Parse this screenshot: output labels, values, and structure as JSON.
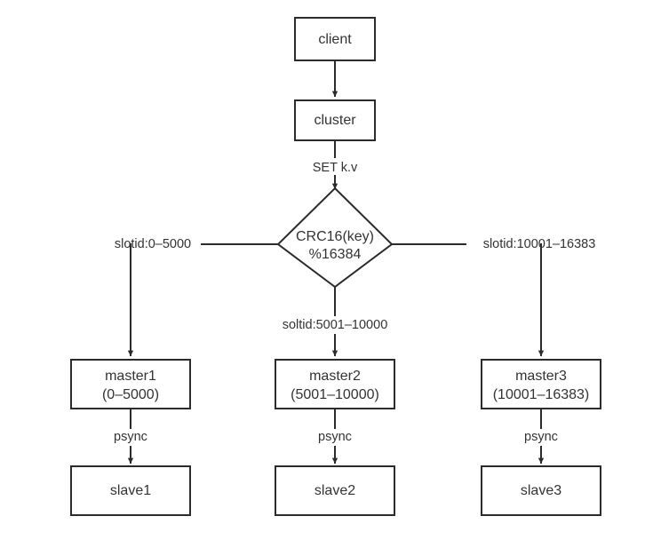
{
  "diagram": {
    "title": "Redis Cluster slot routing flowchart",
    "background_color": "#ffffff",
    "stroke_color": "#2b2b2b",
    "text_color": "#333333",
    "nodes": {
      "client": {
        "label": "client"
      },
      "cluster": {
        "label": "cluster"
      },
      "decision": {
        "line1": "CRC16(key)",
        "line2": "%16384"
      },
      "master1": {
        "line1": "master1",
        "line2": "(0–5000)"
      },
      "master2": {
        "line1": "master2",
        "line2": "(5001–10000)"
      },
      "master3": {
        "line1": "master3",
        "line2": "(10001–16383)"
      },
      "slave1": {
        "label": "slave1"
      },
      "slave2": {
        "label": "slave2"
      },
      "slave3": {
        "label": "slave3"
      }
    },
    "edge_labels": {
      "cluster_to_decision": "SET k.v",
      "decision_to_master1": "slotid:0–5000",
      "decision_to_master2": "soltid:5001–10000",
      "decision_to_master3": "slotid:10001–16383",
      "master1_to_slave1": "psync",
      "master2_to_slave2": "psync",
      "master3_to_slave3": "psync"
    }
  }
}
